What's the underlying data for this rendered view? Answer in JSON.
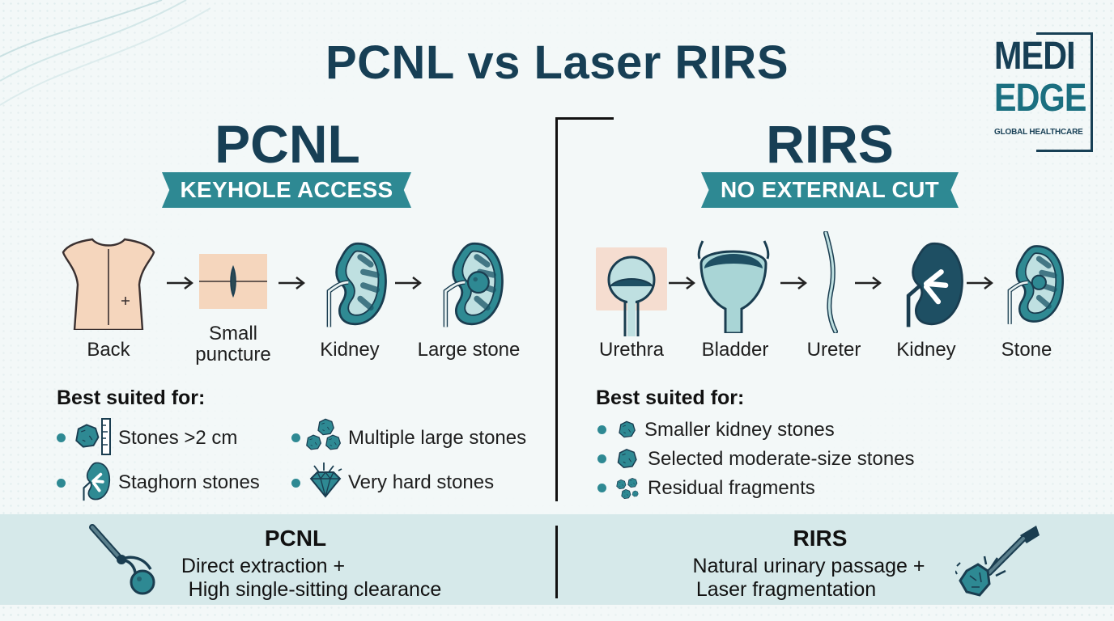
{
  "title": "PCNL vs Laser RIRS",
  "logo": {
    "line1": "MEDI",
    "line2": "EDGE",
    "sub": "GLOBAL HEALTHCARE"
  },
  "colors": {
    "teal": "#2e8993",
    "navy": "#173f55",
    "band": "#d6e9ea"
  },
  "pcnl": {
    "title": "PCNL",
    "ribbon": "KEYHOLE ACCESS",
    "steps": [
      {
        "label": "Back",
        "icon": "torso-back-icon"
      },
      {
        "label": "Small puncture",
        "icon": "skin-puncture-icon"
      },
      {
        "label": "Kidney",
        "icon": "kidney-icon"
      },
      {
        "label": "Large stone",
        "icon": "kidney-large-stone-icon"
      }
    ],
    "best_title": "Best suited for:",
    "items": [
      {
        "text": "Stones >2 cm",
        "icon": "stone-ruler-icon"
      },
      {
        "text": "Multiple large stones",
        "icon": "stone-cluster-icon"
      },
      {
        "text": "Staghorn stones",
        "icon": "staghorn-kidney-icon"
      },
      {
        "text": "Very hard stones",
        "icon": "diamond-icon"
      }
    ]
  },
  "rirs": {
    "title": "RIRS",
    "ribbon": "NO EXTERNAL CUT",
    "steps": [
      {
        "label": "Urethra",
        "icon": "urethra-icon"
      },
      {
        "label": "Bladder",
        "icon": "bladder-icon"
      },
      {
        "label": "Ureter",
        "icon": "ureter-icon"
      },
      {
        "label": "Kidney",
        "icon": "kidney-icon"
      },
      {
        "label": "Stone",
        "icon": "kidney-stone-icon"
      }
    ],
    "best_title": "Best suited for:",
    "items": [
      {
        "text": "Smaller kidney stones",
        "icon": "small-stone-icon"
      },
      {
        "text": "Selected moderate-size stones",
        "icon": "moderate-stone-icon"
      },
      {
        "text": "Residual fragments",
        "icon": "fragments-icon"
      }
    ]
  },
  "bottom": {
    "pcnl": {
      "title": "PCNL",
      "line1": "Direct extraction +",
      "line2": "High single-sitting clearance",
      "icon": "grasper-icon"
    },
    "rirs": {
      "title": "RIRS",
      "line1": "Natural urinary passage +",
      "line2": "Laser fragmentation",
      "icon": "laser-fiber-icon"
    }
  }
}
